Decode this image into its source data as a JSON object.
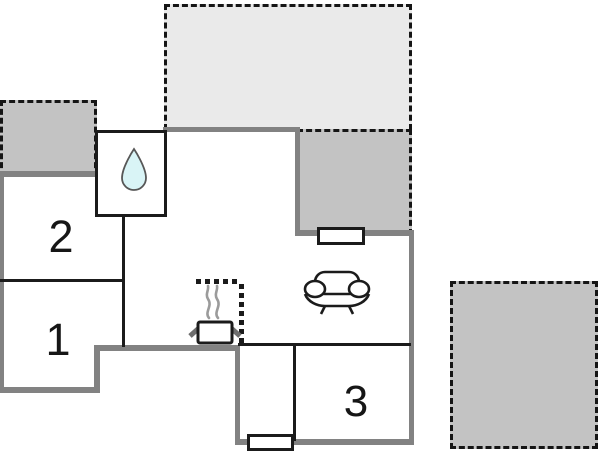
{
  "plan": {
    "type": "holiday-home-floor-plan",
    "rooms": [
      {
        "id": "room-1",
        "label": "1"
      },
      {
        "id": "room-2",
        "label": "2"
      },
      {
        "id": "room-3",
        "label": "3"
      }
    ],
    "features": {
      "bathroom_icon": "water-drop-icon",
      "kitchen_icon": "stove-icon",
      "living_icon": "sofa-icon",
      "windows": 2,
      "terraces": 4
    },
    "colors": {
      "background": "#ffffff",
      "terrace_light": "#eaeaea",
      "terrace_dark": "#c3c3c3",
      "wall_outer": "#828282",
      "wall_inner": "#1b1b1b",
      "dash": "#151515",
      "drop_fill": "#d9f4f6",
      "drop_stroke": "#575757",
      "steam": "#9b9b9b",
      "handle": "#6e6e6e"
    }
  }
}
